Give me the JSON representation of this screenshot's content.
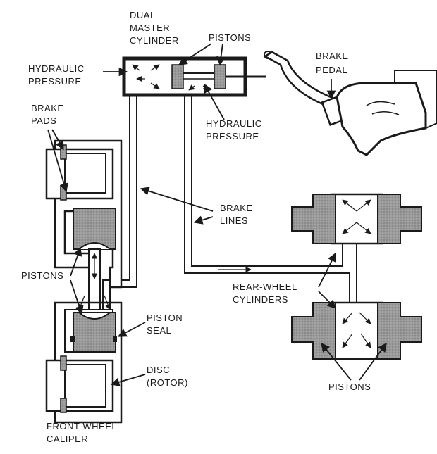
{
  "labels": {
    "master_cylinder_line1": "DUAL",
    "master_cylinder_line2": "MASTER",
    "master_cylinder_line3": "CYLINDER",
    "pistons_top": "PISTONS",
    "hydraulic_pressure_left_1": "HYDRAULIC",
    "hydraulic_pressure_left_2": "PRESSURE",
    "brake_pedal_1": "BRAKE",
    "brake_pedal_2": "PEDAL",
    "hydraulic_pressure_mid_1": "HYDRAULIC",
    "hydraulic_pressure_mid_2": "PRESSURE",
    "brake_pads_1": "BRAKE",
    "brake_pads_2": "PADS",
    "brake_lines_1": "BRAKE",
    "brake_lines_2": "LINES",
    "pistons_left": "PISTONS",
    "rear_wheel_cylinders_1": "REAR-WHEEL",
    "rear_wheel_cylinders_2": "CYLINDERS",
    "piston_seal_1": "PISTON",
    "piston_seal_2": "SEAL",
    "disc_1": "DISC",
    "disc_2": "(ROTOR)",
    "pistons_bottom": "PISTONS",
    "front_wheel_caliper_1": "FRONT-WHEEL",
    "front_wheel_caliper_2": "CALIPER"
  },
  "colors": {
    "ink": "#1a1a1a",
    "piston_fill": "#8c8c8c",
    "pad_fill": "#ffffff"
  }
}
